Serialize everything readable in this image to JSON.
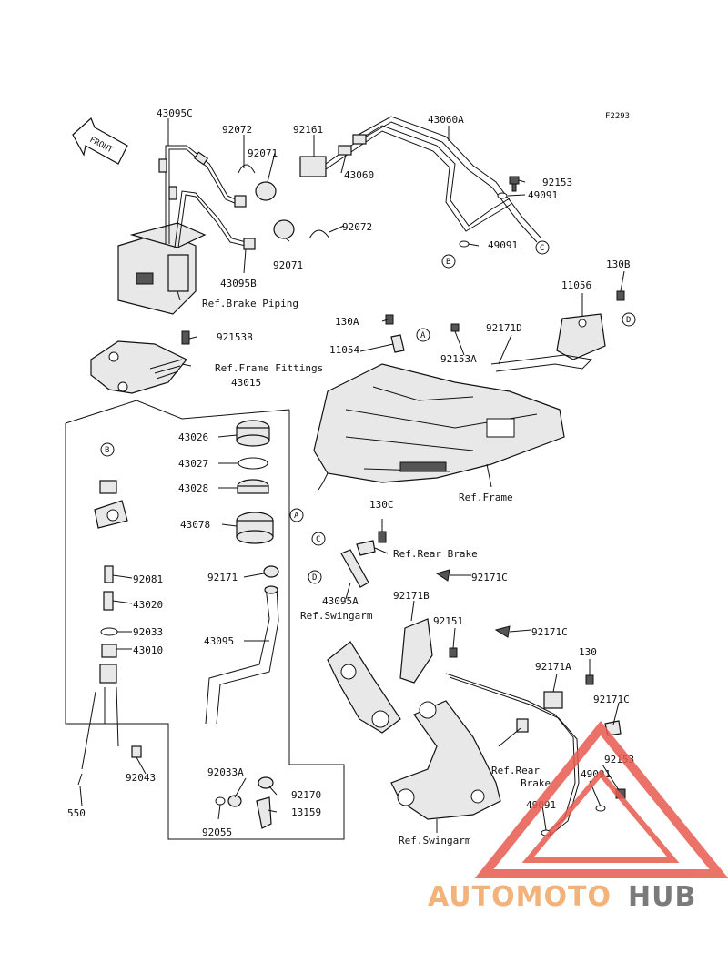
{
  "figure_code": "F2293",
  "front_arrow": "FRONT",
  "labels": {
    "p43095C": "43095C",
    "p92072a": "92072",
    "p92161": "92161",
    "p43060A": "43060A",
    "p92071a": "92071",
    "p43060": "43060",
    "p92153a": "92153",
    "p49091a": "49091",
    "p49091b": "49091",
    "p92072b": "92072",
    "p92071b": "92071",
    "p43095B": "43095B",
    "ref_brake_piping": "Ref.Brake Piping",
    "p130B": "130B",
    "p11056": "11056",
    "p130A": "130A",
    "p92171D": "92171D",
    "p11054": "11054",
    "p92153A": "92153A",
    "p92153B": "92153B",
    "ref_frame_fittings": "Ref.Frame Fittings",
    "p43015": "43015",
    "p43026": "43026",
    "p43027": "43027",
    "p43028": "43028",
    "p43078": "43078",
    "ref_frame": "Ref.Frame",
    "p130C": "130C",
    "ref_rear_brake_a": "Ref.Rear Brake",
    "p92171C_a": "92171C",
    "p92081": "92081",
    "p92171": "92171",
    "p43020": "43020",
    "p43095A": "43095A",
    "p92171B": "92171B",
    "ref_swingarm_a": "Ref.Swingarm",
    "p92151": "92151",
    "p92171C_b": "92171C",
    "p92033": "92033",
    "p43010": "43010",
    "p43095": "43095",
    "p130": "130",
    "p92171A": "92171A",
    "p92171C_c": "92171C",
    "ref_rear": "Ref.Rear",
    "ref_brake": "Brake",
    "p92153b": "92153",
    "p49091c": "49091",
    "p49091d": "49091",
    "p92043": "92043",
    "p92033A": "92033A",
    "p92170": "92170",
    "p13159": "13159",
    "p92055": "92055",
    "p550": "550",
    "ref_swingarm_b": "Ref.Swingarm"
  },
  "callouts": {
    "a": "A",
    "b": "B",
    "c": "C",
    "d": "D"
  },
  "watermark": {
    "auto": "AUTOMOTO",
    "hub": "HUB",
    "accent_color": "#e85a4f",
    "grey_color": "#7a7a7a"
  }
}
